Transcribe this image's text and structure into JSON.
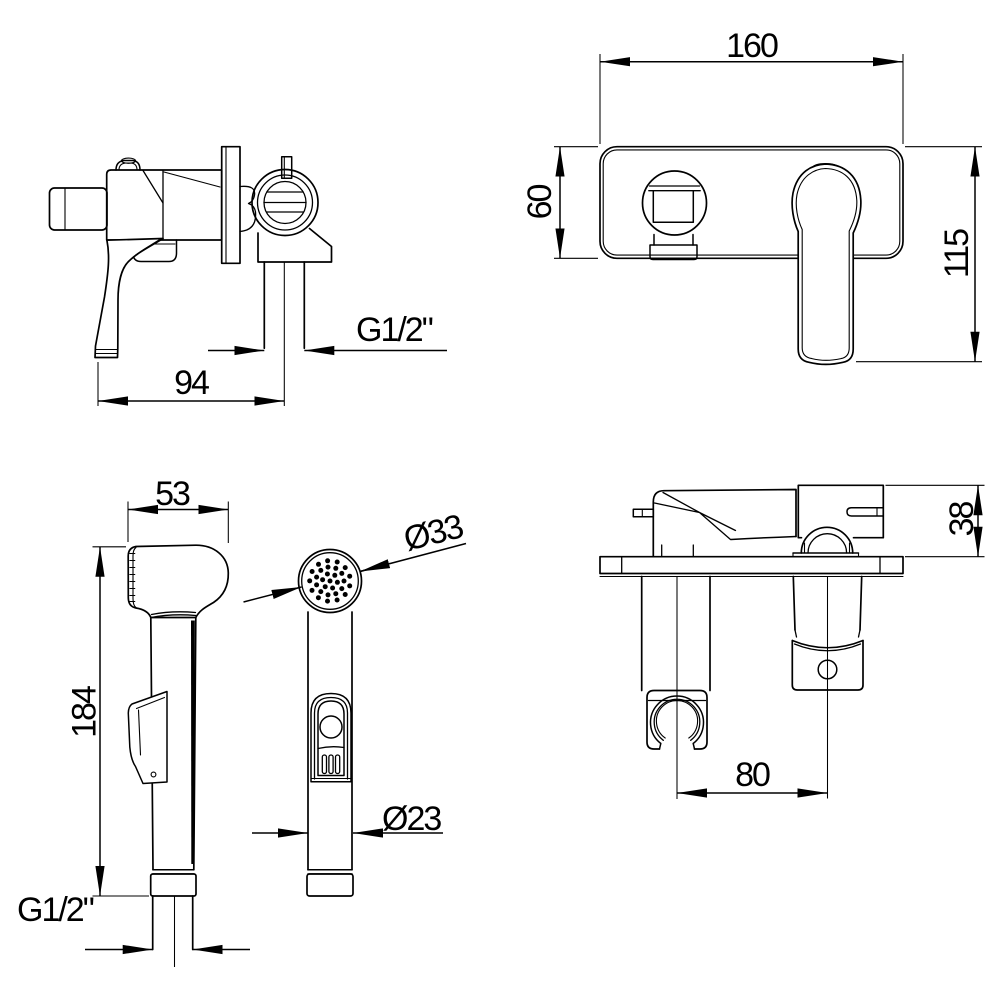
{
  "drawing": {
    "background": "#ffffff",
    "line_color": "#000000",
    "views": {
      "mixer_side": {
        "width": "94",
        "outlet_thread": "G1/2\""
      },
      "mixer_front": {
        "plate_width": "160",
        "plate_height": "60",
        "overall_height": "115"
      },
      "handshower_side": {
        "head_depth": "53",
        "length": "184",
        "connection_thread": "G1/2\""
      },
      "handshower_front": {
        "head_diameter": "Ø33",
        "handle_diameter": "Ø23"
      },
      "installation_top": {
        "wall_projection": "38",
        "holder_spacing": "80"
      }
    }
  }
}
